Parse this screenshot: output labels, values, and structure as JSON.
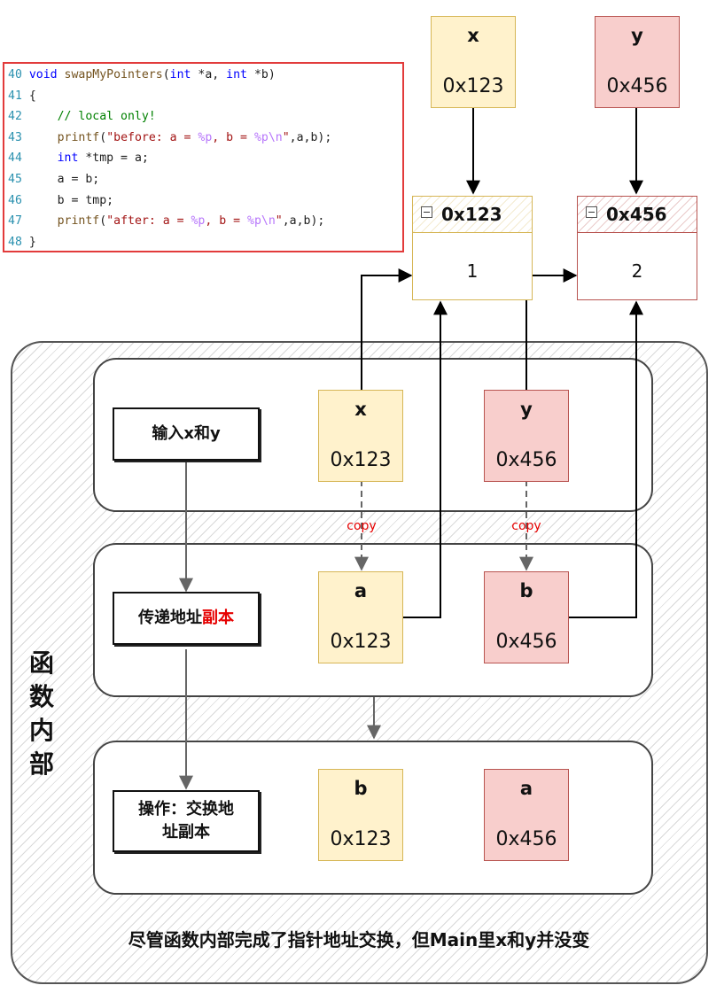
{
  "code": {
    "lines": [
      {
        "num": "40",
        "parts": [
          [
            "kw",
            "void "
          ],
          [
            "fn",
            "swapMyPointers"
          ],
          [
            "tx",
            "("
          ],
          [
            "kw",
            "int"
          ],
          [
            "tx",
            " *a, "
          ],
          [
            "kw",
            "int"
          ],
          [
            "tx",
            " *b)"
          ]
        ]
      },
      {
        "num": "41",
        "parts": [
          [
            "tx",
            "{"
          ]
        ]
      },
      {
        "num": "42",
        "parts": [
          [
            "tx",
            "    "
          ],
          [
            "cm",
            "// local only!"
          ]
        ]
      },
      {
        "num": "43",
        "parts": [
          [
            "tx",
            "    "
          ],
          [
            "fn",
            "printf"
          ],
          [
            "tx",
            "("
          ],
          [
            "st",
            "\"before: a = "
          ],
          [
            "esc",
            "%p"
          ],
          [
            "st",
            ", b = "
          ],
          [
            "esc",
            "%p\\n"
          ],
          [
            "st",
            "\""
          ],
          [
            "tx",
            ",a,b);"
          ]
        ]
      },
      {
        "num": "44",
        "parts": [
          [
            "tx",
            "    "
          ],
          [
            "kw",
            "int"
          ],
          [
            "tx",
            " *tmp = a;"
          ]
        ]
      },
      {
        "num": "45",
        "parts": [
          [
            "tx",
            "    a = b;"
          ]
        ]
      },
      {
        "num": "46",
        "parts": [
          [
            "tx",
            "    b = tmp;"
          ]
        ]
      },
      {
        "num": "47",
        "parts": [
          [
            "tx",
            "    "
          ],
          [
            "fn",
            "printf"
          ],
          [
            "tx",
            "("
          ],
          [
            "st",
            "\"after: a = "
          ],
          [
            "esc",
            "%p"
          ],
          [
            "st",
            ", b = "
          ],
          [
            "esc",
            "%p\\n"
          ],
          [
            "st",
            "\""
          ],
          [
            "tx",
            ",a,b);"
          ]
        ]
      },
      {
        "num": "48",
        "parts": [
          [
            "tx",
            "}"
          ]
        ]
      }
    ]
  },
  "main_vars": {
    "x": {
      "name": "x",
      "addr": "0x123"
    },
    "y": {
      "name": "y",
      "addr": "0x456"
    }
  },
  "memory": {
    "cell1": {
      "header": "0x123",
      "value": "1"
    },
    "cell2": {
      "header": "0x456",
      "value": "2"
    }
  },
  "stages": {
    "input": {
      "label": "输入x和y",
      "left": {
        "name": "x",
        "addr": "0x123"
      },
      "right": {
        "name": "y",
        "addr": "0x456"
      }
    },
    "copy_label": "copy",
    "pass": {
      "label_main": "传递地址",
      "label_emph": "副本",
      "left": {
        "name": "a",
        "addr": "0x123"
      },
      "right": {
        "name": "b",
        "addr": "0x456"
      }
    },
    "swap": {
      "label_line1": "操作：交换地",
      "label_line2": "址副本",
      "left": {
        "name": "b",
        "addr": "0x123"
      },
      "right": {
        "name": "a",
        "addr": "0x456"
      }
    }
  },
  "side_label": [
    "函",
    "数",
    "内",
    "部"
  ],
  "caption": "尽管函数内部完成了指针地址交换，但Main里x和y并没变",
  "colors": {
    "yellow_fill": "#fff2cc",
    "yellow_border": "#d6b656",
    "red_fill": "#f8cecc",
    "red_border": "#b85450",
    "code_border": "#e23b3b",
    "emphasis": "#e60000"
  }
}
